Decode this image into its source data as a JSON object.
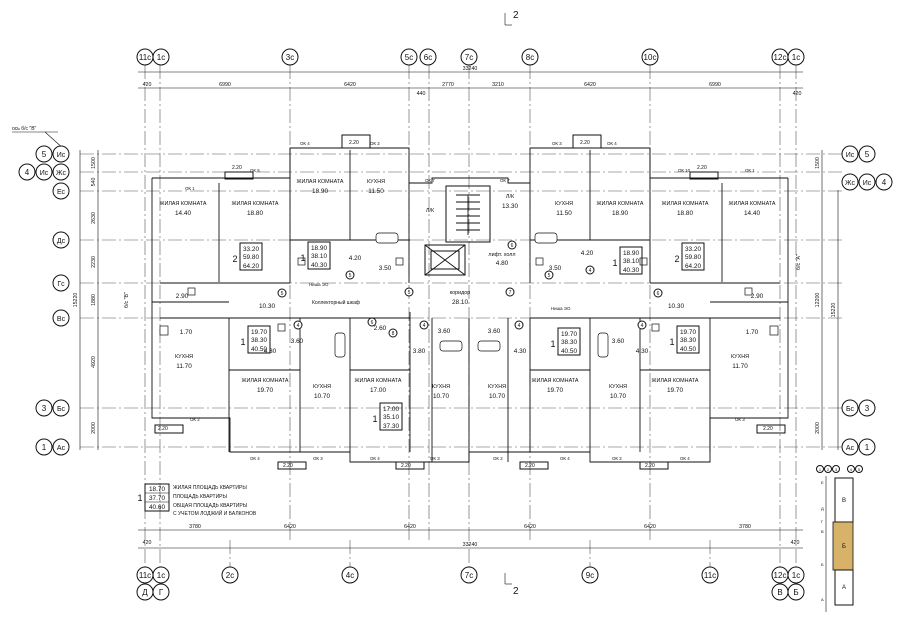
{
  "section_marks": {
    "top": "2",
    "bottom": "2"
  },
  "axes_top": [
    "11c",
    "1c",
    "3c",
    "5c",
    "6c",
    "7c",
    "8c",
    "10c",
    "12c",
    "1c"
  ],
  "axes_bottom": [
    "11c",
    "1c",
    "2c",
    "4c",
    "7c",
    "9c",
    "11c",
    "12c",
    "1c"
  ],
  "axes_bottom_letters": [
    "Д",
    "Г",
    "В",
    "Б"
  ],
  "axes_left": [
    "5",
    "Ис",
    "4",
    "Ис",
    "Жс",
    "Ес",
    "Дс",
    "Гс",
    "Вс",
    "3",
    "Бс",
    "1",
    "Ас"
  ],
  "axes_right": [
    "Ис",
    "5",
    "Жс",
    "Ис",
    "4",
    "Бс",
    "3",
    "Ас",
    "1"
  ],
  "axis_note_left": "ось б/с \"В\"",
  "axis_note_left_vertical": "б/с \"В\"",
  "axis_note_right_vertical": "б/с \"А\"",
  "dims_top_total": "33240",
  "dims_top": [
    "420",
    "6990",
    "6420",
    "2770",
    "3210",
    "6420",
    "6990",
    "420",
    "440"
  ],
  "dims_bottom_total": "33240",
  "dims_bottom": [
    "420",
    "3780",
    "6420",
    "6420",
    "6420",
    "6420",
    "3780",
    "420"
  ],
  "dims_left": [
    "1500",
    "540",
    "2630",
    "2230",
    "1880",
    "4920",
    "2000",
    "15220"
  ],
  "dims_right": [
    "1500",
    "12200",
    "15220",
    "2000"
  ],
  "rooms": {
    "living": "ЖИЛАЯ КОМНАТА",
    "kitchen": "КУХНЯ",
    "lk": "Л/К",
    "corridor": "коридор",
    "lift_hall": "лифт. холл",
    "collector": "Коллекторный шкаф",
    "niche": "Ниша ЭО"
  },
  "areas": {
    "a1": "14.40",
    "a2": "18.80",
    "a3": "18.90",
    "a4": "11.50",
    "a5": "13.30",
    "a6": "11.50",
    "a7": "18.90",
    "a8": "18.80",
    "a9": "14.40",
    "a10": "4.20",
    "a11": "3.50",
    "a12": "4.80",
    "a13": "3.50",
    "a14": "4.20",
    "a15": "2.90",
    "a16": "10.30",
    "a17": "28.10",
    "a18": "10.30",
    "a19": "2.90",
    "a20": "2.60",
    "a21": "1.70",
    "a22": "4.30",
    "a23": "3.60",
    "a24": "3.80",
    "a25": "3.60",
    "a26": "3.60",
    "a27": "4.30",
    "a28": "3.60",
    "a29": "4.30",
    "a30": "1.70",
    "a31": "11.70",
    "a32": "19.70",
    "a33": "10.70",
    "a34": "17.00",
    "a35": "10.70",
    "a36": "10.70",
    "a37": "19.70",
    "a38": "10.70",
    "a39": "19.70",
    "a40": "11.70",
    "balcony": "2.20"
  },
  "windows": {
    "ok1": "ОК 1",
    "ok2": "ОК 2",
    "ok3": "ОК 3",
    "ok4": "ОК 4",
    "ok5": "ОК 5",
    "ok7": "ОК 7",
    "ok10": "ОК 10"
  },
  "apartments": [
    {
      "id": "apt1",
      "rooms": "2",
      "living": "33.20",
      "total": "59.80",
      "with_balcony": "64.20"
    },
    {
      "id": "apt2",
      "rooms": "1",
      "living": "18.90",
      "total": "38.10",
      "with_balcony": "40.30"
    },
    {
      "id": "apt3",
      "rooms": "1",
      "living": "18.90",
      "total": "38.10",
      "with_balcony": "40.30"
    },
    {
      "id": "apt4",
      "rooms": "2",
      "living": "33.20",
      "total": "59.80",
      "with_balcony": "64.20"
    },
    {
      "id": "apt5",
      "rooms": "1",
      "living": "19.70",
      "total": "38.30",
      "with_balcony": "40.50"
    },
    {
      "id": "apt6",
      "rooms": "1",
      "living": "17.00",
      "total": "35.10",
      "with_balcony": "37.30"
    },
    {
      "id": "apt7",
      "rooms": "1",
      "living": "19.70",
      "total": "38.30",
      "with_balcony": "40.50"
    },
    {
      "id": "apt8",
      "rooms": "1",
      "living": "19.70",
      "total": "38.30",
      "with_balcony": "40.50"
    }
  ],
  "legend": {
    "living": "18.70",
    "rooms": "1",
    "total": "37.70",
    "with_balcony": "40.60",
    "line1": "ЖИЛАЯ ПЛОЩАДЬ КВАРТИРЫ",
    "line2": "ПЛОЩАДЬ КВАРТИРЫ",
    "line3": "ОБЩАЯ ПЛОЩАДЬ КВАРТИРЫ",
    "line4": "С УЧЕТОМ ЛОДЖИЙ И БАЛКОНОВ"
  },
  "keyplan": {
    "top_axes": [
      "1",
      "2",
      "3",
      "4",
      "5"
    ],
    "sections": [
      "В",
      "Б",
      "А"
    ],
    "side_letters": [
      "Е",
      "Д",
      "Г",
      "В",
      "Б",
      "А"
    ]
  },
  "markers": [
    "5",
    "5",
    "5",
    "6",
    "7",
    "6",
    "4",
    "4",
    "4",
    "4",
    "4",
    "6",
    "5",
    "8"
  ]
}
